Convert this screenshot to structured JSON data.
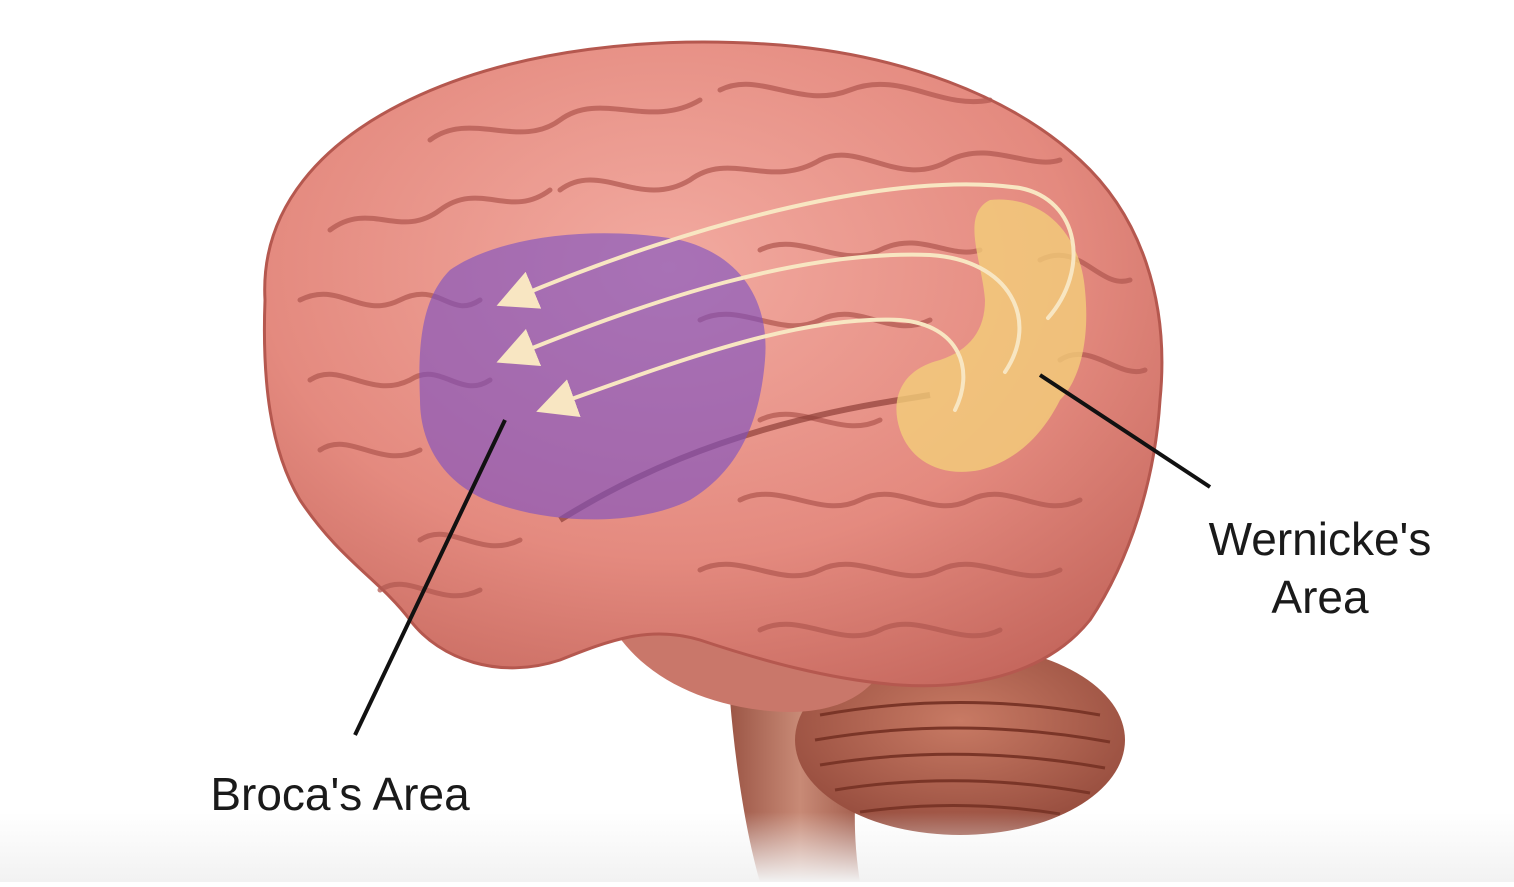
{
  "labels": {
    "broca": "Broca's Area",
    "wernicke_line1": "Wernicke's",
    "wernicke_line2": "Area"
  },
  "colors": {
    "background": "#ffffff",
    "cortex": "#e8958a",
    "cortex_dark": "#b8564e",
    "gyrus_line": "#a94f48",
    "broca_region": "#7b4fc4",
    "wernicke_region": "#f3cf7a",
    "arrow": "#f8e6c2",
    "cerebellum": "#b76652",
    "brainstem": "#b87463",
    "leader_line": "#111111"
  }
}
